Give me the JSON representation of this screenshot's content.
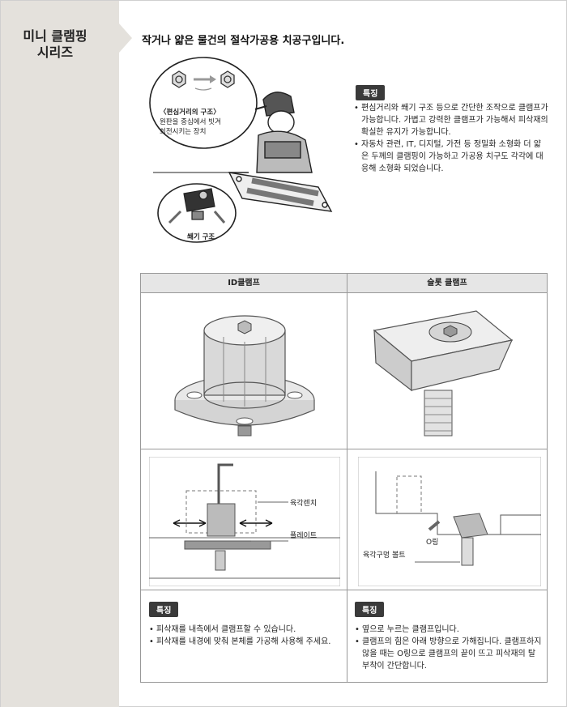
{
  "sidebar": {
    "title": "미니 클램핑\n시리즈"
  },
  "headline": "작거나 얇은 물건의 절삭가공용 치공구입니다.",
  "hero": {
    "callout_title": "〈편심거리의 구조〉",
    "callout_line1": "원판을 중심에서 빗겨",
    "callout_line2": "회전시키는 장치",
    "wedge_label": "쐐기 구조"
  },
  "top_features": {
    "badge": "특징",
    "items": [
      "편심거리와 쐐기 구조 등으로 간단한 조작으로 클램프가 가능합니다. 가볍고 강력한 클램프가 가능해서 피삭재의 확실한 유지가 가능합니다.",
      "자동차 관련, IT, 디지털, 가전 등 정밀화 소형화 더 얇은 두께의 클램핑이 가능하고 가공용 치구도 각각에 대응해 소형화 되었습니다."
    ]
  },
  "table": {
    "col1_header": "ID클램프",
    "col2_header": "슬롯 클램프",
    "diagram1_labels": {
      "wrench": "육각렌치",
      "plate": "플레이트"
    },
    "diagram2_labels": {
      "oring": "O링",
      "bolt": "육각구멍 볼트"
    },
    "col1_features": {
      "badge": "특징",
      "items": [
        "피삭재를 내측에서 클램프할 수 있습니다.",
        "피삭재를 내경에 맞춰 본체를 가공해 사용해 주세요."
      ]
    },
    "col2_features": {
      "badge": "특징",
      "items": [
        "옆으로 누르는 클램프입니다.",
        "클램프의 힘은 아래 방향으로 가해집니다. 클램프하지 않을 때는 O링으로 클램프의 끝이 뜨고 피삭재의 탈부착이 간단합니다."
      ]
    }
  }
}
